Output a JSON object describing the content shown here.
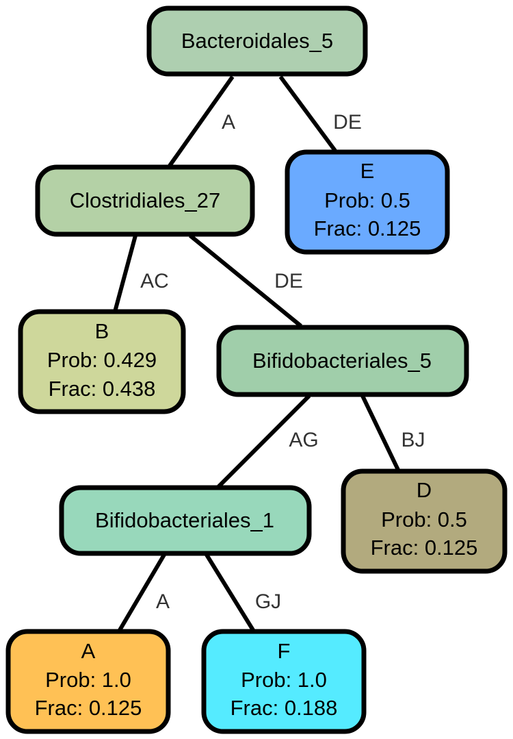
{
  "nodes": {
    "bacteroidales_5": {
      "label": "Bacteroidales_5",
      "color": "#aecfb0"
    },
    "clostridiales_27": {
      "label": "Clostridiales_27",
      "color": "#b4d1a6"
    },
    "bifidobacteriales_5": {
      "label": "Bifidobacteriales_5",
      "color": "#a0ceaa"
    },
    "bifidobacteriales_1": {
      "label": "Bifidobacteriales_1",
      "color": "#98d8bb"
    },
    "leaf_e": {
      "name": "E",
      "prob": "Prob: 0.5",
      "frac": "Frac: 0.125",
      "color": "#6aaaff"
    },
    "leaf_b": {
      "name": "B",
      "prob": "Prob: 0.429",
      "frac": "Frac: 0.438",
      "color": "#ced79b"
    },
    "leaf_d": {
      "name": "D",
      "prob": "Prob: 0.5",
      "frac": "Frac: 0.125",
      "color": "#b2aa7e"
    },
    "leaf_a": {
      "name": "A",
      "prob": "Prob: 1.0",
      "frac": "Frac: 0.125",
      "color": "#ffc155"
    },
    "leaf_f": {
      "name": "F",
      "prob": "Prob: 1.0",
      "frac": "Frac: 0.188",
      "color": "#55ebff"
    }
  },
  "edges": {
    "bacteroidales_5_to_clostridiales_27": "A",
    "bacteroidales_5_to_e": "DE",
    "clostridiales_27_to_b": "AC",
    "clostridiales_27_to_bifidobacteriales_5": "DE",
    "bifidobacteriales_5_to_bifidobacteriales_1": "AG",
    "bifidobacteriales_5_to_d": "BJ",
    "bifidobacteriales_1_to_a": "A",
    "bifidobacteriales_1_to_f": "GJ"
  }
}
